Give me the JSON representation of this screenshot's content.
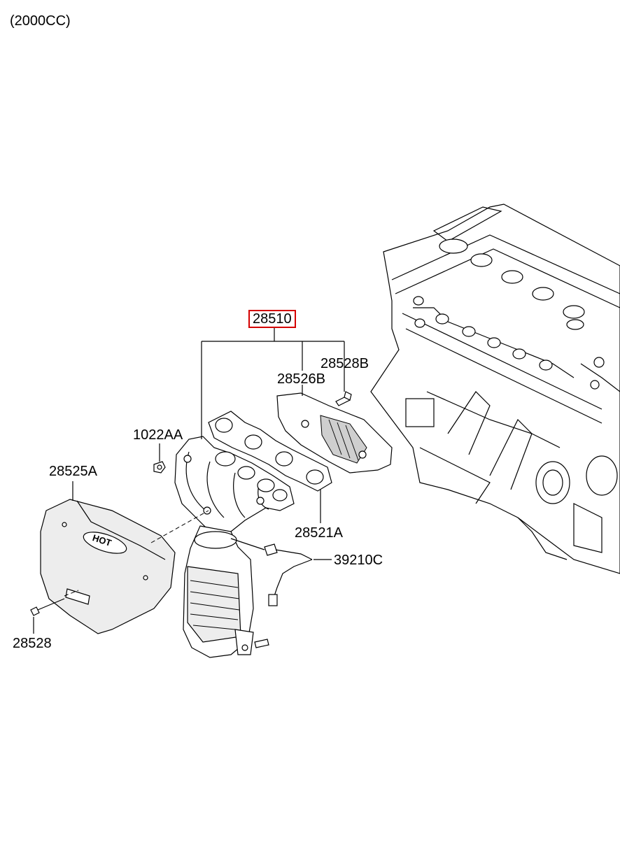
{
  "header": {
    "engine_spec": "(2000CC)"
  },
  "parts": {
    "exhaust_manifold_assy": "28510",
    "heat_protector_upper": "28526B",
    "bolt_heat_protector": "28528B",
    "nut_flange": "1022AA",
    "heat_protector_lower": "28525A",
    "manifold_gasket": "28521A",
    "oxygen_sensor": "39210C",
    "bolt_lower_protector": "28528"
  },
  "colors": {
    "highlight_box": "#d40000",
    "line": "#000000"
  },
  "icons": {
    "heat_shield_emblem": "HOT"
  }
}
